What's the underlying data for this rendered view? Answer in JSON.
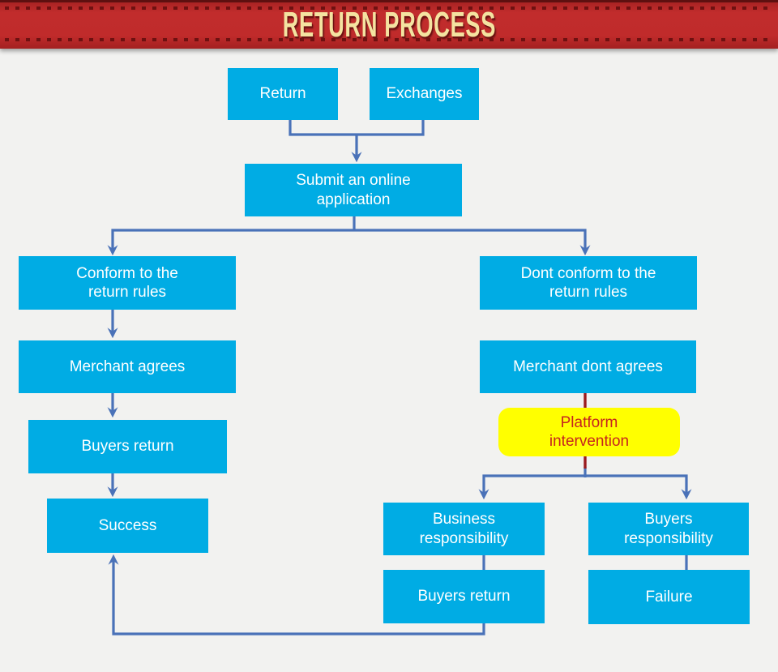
{
  "header": {
    "title": "RETURN PROCESS"
  },
  "colors": {
    "banner_background": "#c02b2b",
    "banner_dash": "#6e1111",
    "banner_title_text": "#f4e3a1",
    "node_fill": "#00ace4",
    "node_text": "#ffffff",
    "connector_blue": "#4a72b8",
    "connector_red": "#9a1b1e",
    "highlight_fill": "#ffff00",
    "highlight_text": "#c6251f",
    "page_background": "#f2f2f0"
  },
  "flow": {
    "nodes": {
      "return": {
        "label": "Return"
      },
      "exchanges": {
        "label": "Exchanges"
      },
      "submit": {
        "label": "Submit an online\napplication"
      },
      "conform": {
        "label": "Conform to the\nreturn rules"
      },
      "dont_conform": {
        "label": "Dont conform to the\nreturn rules"
      },
      "merchant_agrees": {
        "label": "Merchant agrees"
      },
      "merchant_dont_agrees": {
        "label": "Merchant dont agrees"
      },
      "platform_intervention": {
        "label": "Platform\nintervention"
      },
      "buyers_return_left": {
        "label": "Buyers return"
      },
      "success": {
        "label": "Success"
      },
      "business_responsibility": {
        "label": "Business\nresponsibility"
      },
      "buyers_responsibility": {
        "label": "Buyers\nresponsibility"
      },
      "buyers_return_right": {
        "label": "Buyers return"
      },
      "failure": {
        "label": "Failure"
      }
    },
    "edges": [
      {
        "from": "return",
        "to": "submit",
        "style": "blue-arrow"
      },
      {
        "from": "exchanges",
        "to": "submit",
        "style": "blue-arrow"
      },
      {
        "from": "submit",
        "to": "conform",
        "style": "blue-arrow"
      },
      {
        "from": "submit",
        "to": "dont_conform",
        "style": "blue-arrow"
      },
      {
        "from": "conform",
        "to": "merchant_agrees",
        "style": "blue-arrow"
      },
      {
        "from": "merchant_agrees",
        "to": "buyers_return_left",
        "style": "blue-arrow"
      },
      {
        "from": "buyers_return_left",
        "to": "success",
        "style": "blue-arrow"
      },
      {
        "from": "merchant_dont_agrees",
        "to": "platform_intervention",
        "style": "red-line"
      },
      {
        "from": "platform_intervention",
        "to": "business_responsibility",
        "style": "blue-arrow"
      },
      {
        "from": "platform_intervention",
        "to": "buyers_responsibility",
        "style": "blue-arrow"
      },
      {
        "from": "business_responsibility",
        "to": "buyers_return_right",
        "style": "blue-line"
      },
      {
        "from": "buyers_responsibility",
        "to": "failure",
        "style": "blue-line"
      },
      {
        "from": "buyers_return_right",
        "to": "success",
        "style": "blue-arrow-loop"
      }
    ]
  }
}
